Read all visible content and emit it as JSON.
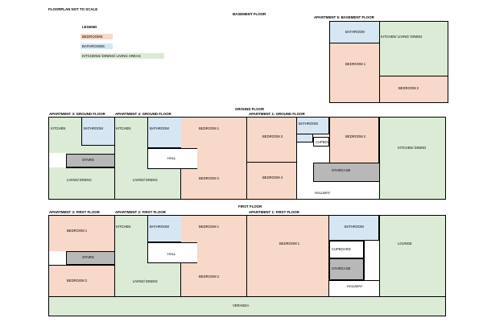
{
  "header": {
    "scale_note": "FLOORPLAN NOT TO SCALE"
  },
  "floors": {
    "basement": "BASEMENT FLOOR",
    "ground": "GROUND FLOOR",
    "first": "FIRST FLOOR"
  },
  "legend": {
    "title": "LEGEND",
    "items": [
      {
        "label": "BEDROOMS",
        "color": "#f8d8c8"
      },
      {
        "label": "BATHROOMS",
        "color": "#d7e6f3"
      },
      {
        "label": "KITCHENS/ DINING/ LIVING AREAS",
        "color": "#dcebd6"
      }
    ]
  },
  "colors": {
    "bedroom": "#f8d8c8",
    "bathroom": "#d7e6f3",
    "living": "#dcebd6",
    "stairs": "#b8b8b8",
    "walls": "#000000"
  },
  "apartments": {
    "apt5": "APARTMENT 5: BASEMENT FLOOR",
    "g3": "APARTMENT 3: GROUND FLOOR",
    "g4": "APARTMENT 4: GROUND FLOOR",
    "g1": "APARTMENT 1: GROUND FLOOR",
    "f3": "APARTMENT 3: FIRST FLOOR",
    "f2": "APARTMENT 2: FIRST FLOOR",
    "f1": "APARTMENT 1: FIRST FLOOR"
  },
  "rooms": {
    "b_bathroom": "BATHROOM",
    "b_kitchen": "KITCHEN/ LIVING/ DINING",
    "b_bed1": "BEDROOM 1",
    "b_bed2": "BEDROOM 2",
    "g3_kitchen": "KITCHEN",
    "g3_bathroom": "BATHROOM",
    "g3_stairs": "STAIRS",
    "g3_living": "LIVING/ DINING",
    "g4_kitchen": "KITCHEN",
    "g4_bathroom": "BATHROOM",
    "g4_hall": "HALL",
    "g4_living": "LIVING/ DINING",
    "g4_bed1": "BEDROOM 1",
    "g4_bed2": "BEDROOM 2",
    "g1_bed3": "BEDROOM 3",
    "g1_bed4": "BEDROOM 4",
    "g1_bathroom": "BATHROOM",
    "g1_cupboard": "CUPBOARD",
    "g1_bed2": "BEDROOM 2",
    "g1_staircase": "STAIRCASE",
    "g1_hallway": "HALLWAY",
    "g1_kitchen": "KITCHEN/ DINING",
    "f3_bed1": "BEDROOM 1",
    "f3_stairs": "STAIRS",
    "f3_bed2": "BEDROOM 2",
    "f2_kitchen": "KITCHEN",
    "f2_bathroom": "BATHROOM",
    "f2_hall": "HALL",
    "f2_living": "LIVING/ DINING",
    "f2_bed1": "BEDROOM 1",
    "f2_bed2": "BEDROOM 2",
    "f1_bed1": "BEDROOM 1",
    "f1_bathroom": "BATHROOM",
    "f1_cupboard": "CUPBOARD",
    "f1_staircase": "STAIRCASE",
    "f1_hallway": "HALLWAY",
    "f1_lounge": "LOUNGE",
    "veranda": "VERANDA"
  }
}
